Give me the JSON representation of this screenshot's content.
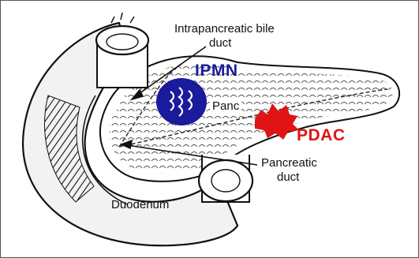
{
  "labels": {
    "bile_duct_line1": "Intrapancreatic bile",
    "bile_duct_line2": "duct",
    "ipmn": "IPMN",
    "panc": "Panc",
    "pdac": "PDAC",
    "pancreatic_duct_line1": "Pancreatic",
    "pancreatic_duct_line2": "duct",
    "duodenum": "Duodenum"
  },
  "colors": {
    "ipmn": "#1a1a9c",
    "pdac": "#e01414",
    "ink": "#111111"
  }
}
